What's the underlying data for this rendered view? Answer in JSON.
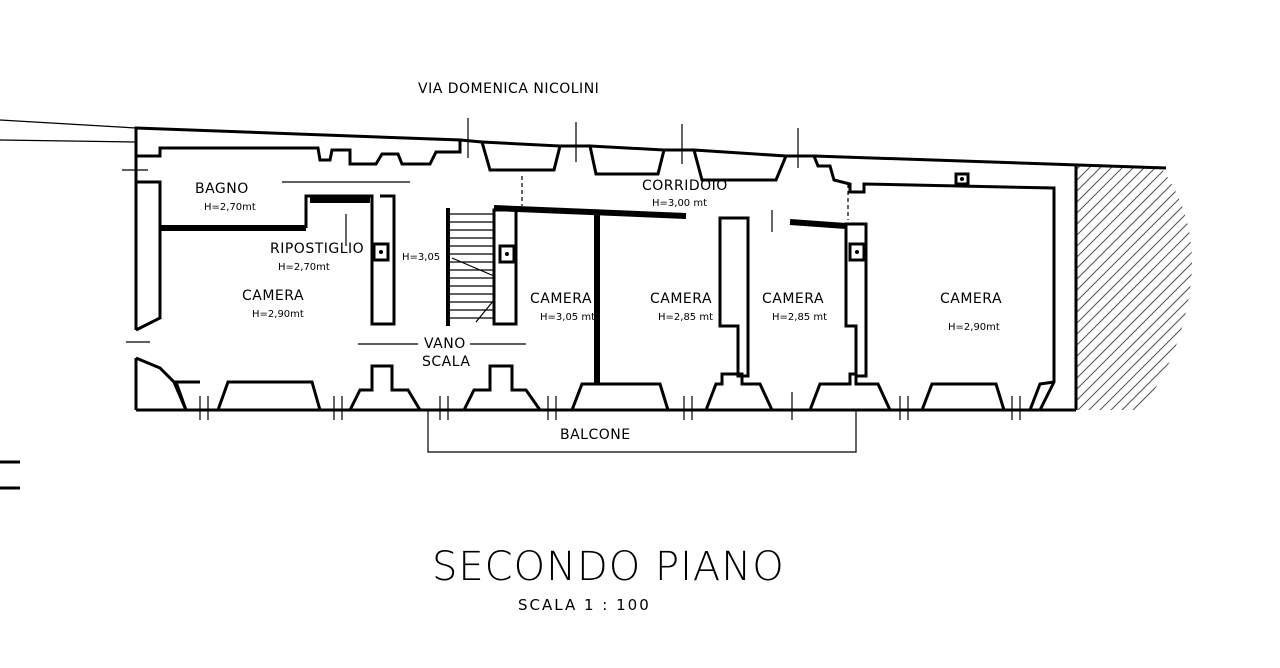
{
  "street": "VIA DOMENICA NICOLINI",
  "rooms": {
    "bagno": {
      "name": "BAGNO",
      "height": "H=2,70mt"
    },
    "ripostiglio": {
      "name": "RIPOSTIGLIO",
      "height": "H=2,70mt"
    },
    "camera_1": {
      "name": "CAMERA",
      "height": "H=2,90mt"
    },
    "scala_height": "H=3,05",
    "vano_scala": {
      "line1": "VANO",
      "line2": "SCALA"
    },
    "corridoio": {
      "name": "CORRIDOIO",
      "height": "H=3,00 mt"
    },
    "camera_2": {
      "name": "CAMERA",
      "height": "H=3,05 mt"
    },
    "camera_3": {
      "name": "CAMERA",
      "height": "H=2,85 mt"
    },
    "camera_4": {
      "name": "CAMERA",
      "height": "H=2,85 mt"
    },
    "camera_5": {
      "name": "CAMERA",
      "height": "H=2,90mt"
    },
    "balcone": {
      "name": "BALCONE"
    }
  },
  "title": "SECONDO PIANO",
  "scale": "SCALA  1 : 100"
}
